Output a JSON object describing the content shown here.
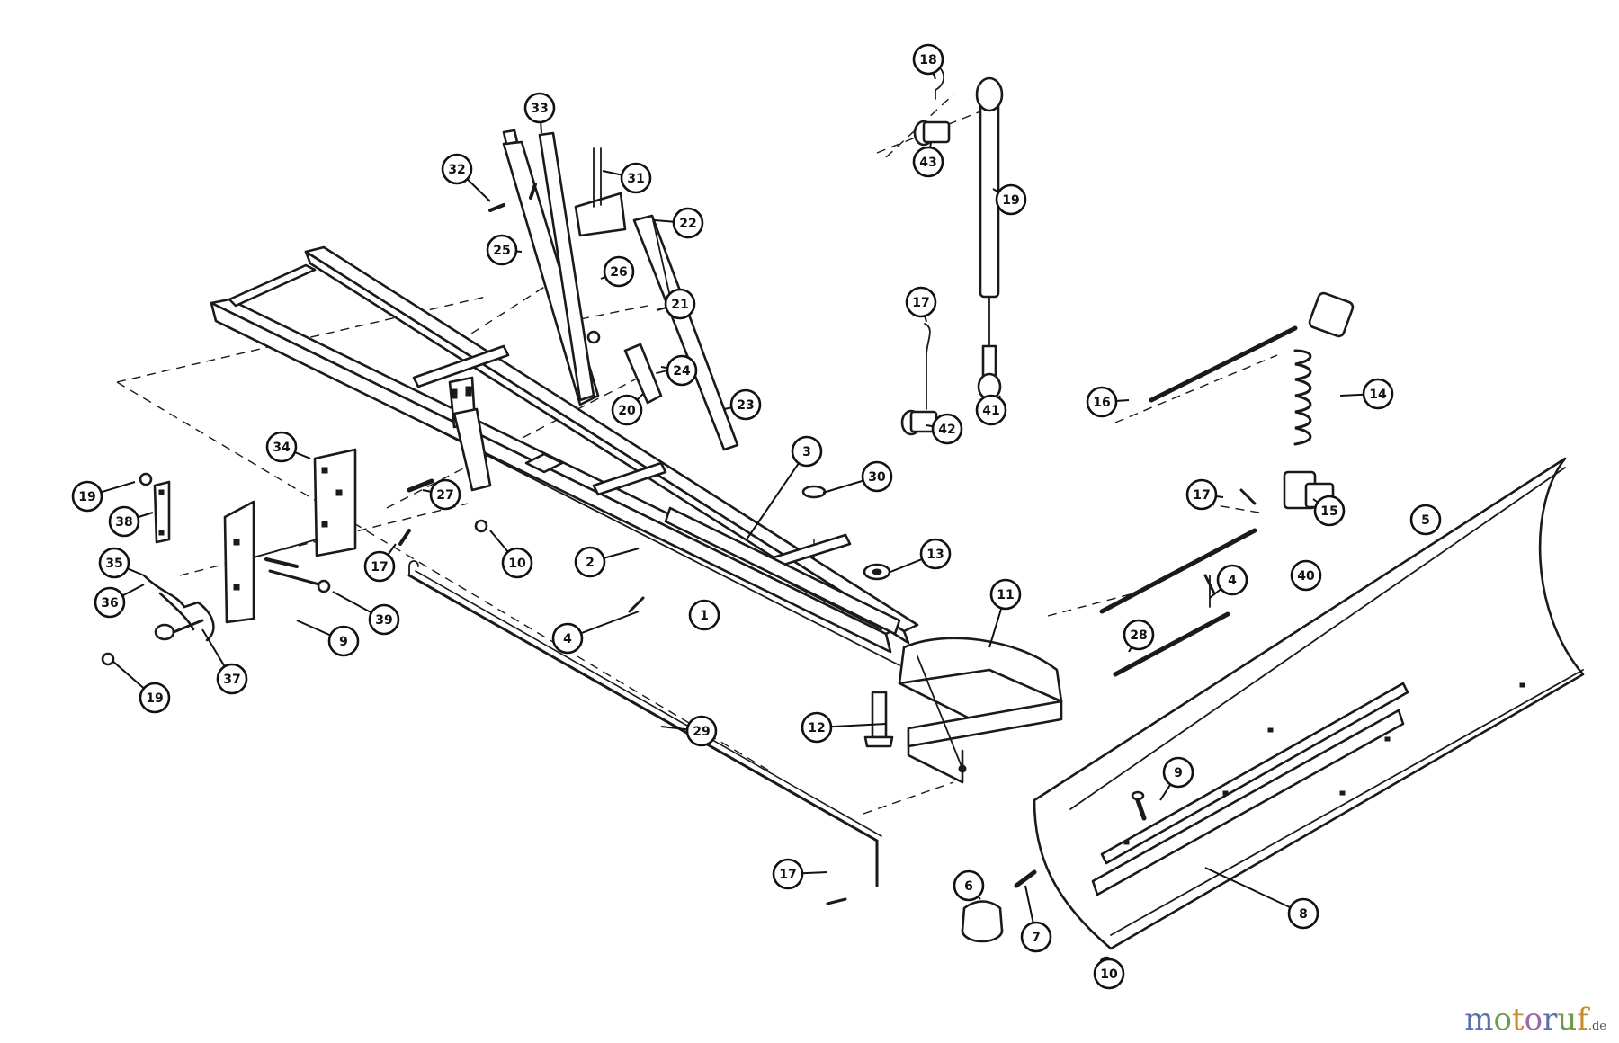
{
  "diagram": {
    "callouts": [
      {
        "label": "18"
      },
      {
        "label": "33"
      },
      {
        "label": "32"
      },
      {
        "label": "31"
      },
      {
        "label": "22"
      },
      {
        "label": "43"
      },
      {
        "label": "19"
      },
      {
        "label": "25"
      },
      {
        "label": "26"
      },
      {
        "label": "21"
      },
      {
        "label": "17"
      },
      {
        "label": "24"
      },
      {
        "label": "20"
      },
      {
        "label": "23"
      },
      {
        "label": "41"
      },
      {
        "label": "42"
      },
      {
        "label": "16"
      },
      {
        "label": "14"
      },
      {
        "label": "3"
      },
      {
        "label": "30"
      },
      {
        "label": "34"
      },
      {
        "label": "27"
      },
      {
        "label": "19"
      },
      {
        "label": "38"
      },
      {
        "label": "17"
      },
      {
        "label": "15"
      },
      {
        "label": "5"
      },
      {
        "label": "10"
      },
      {
        "label": "2"
      },
      {
        "label": "13"
      },
      {
        "label": "35"
      },
      {
        "label": "17"
      },
      {
        "label": "36"
      },
      {
        "label": "4"
      },
      {
        "label": "40"
      },
      {
        "label": "39"
      },
      {
        "label": "11"
      },
      {
        "label": "4"
      },
      {
        "label": "1"
      },
      {
        "label": "9"
      },
      {
        "label": "28"
      },
      {
        "label": "37"
      },
      {
        "label": "19"
      },
      {
        "label": "12"
      },
      {
        "label": "29"
      },
      {
        "label": "9"
      },
      {
        "label": "17"
      },
      {
        "label": "6"
      },
      {
        "label": "8"
      },
      {
        "label": "7"
      },
      {
        "label": "10"
      }
    ]
  },
  "watermark": {
    "text": "motoruf",
    "suffix": ".de",
    "colors": {
      "m": "#5b6fa8",
      "o1": "#6a9a4a",
      "t": "#c98a2a",
      "o2": "#9a6aa8",
      "r": "#5b6fa8",
      "u": "#6a9a4a",
      "f": "#c98a2a",
      "de": "#555555"
    }
  }
}
